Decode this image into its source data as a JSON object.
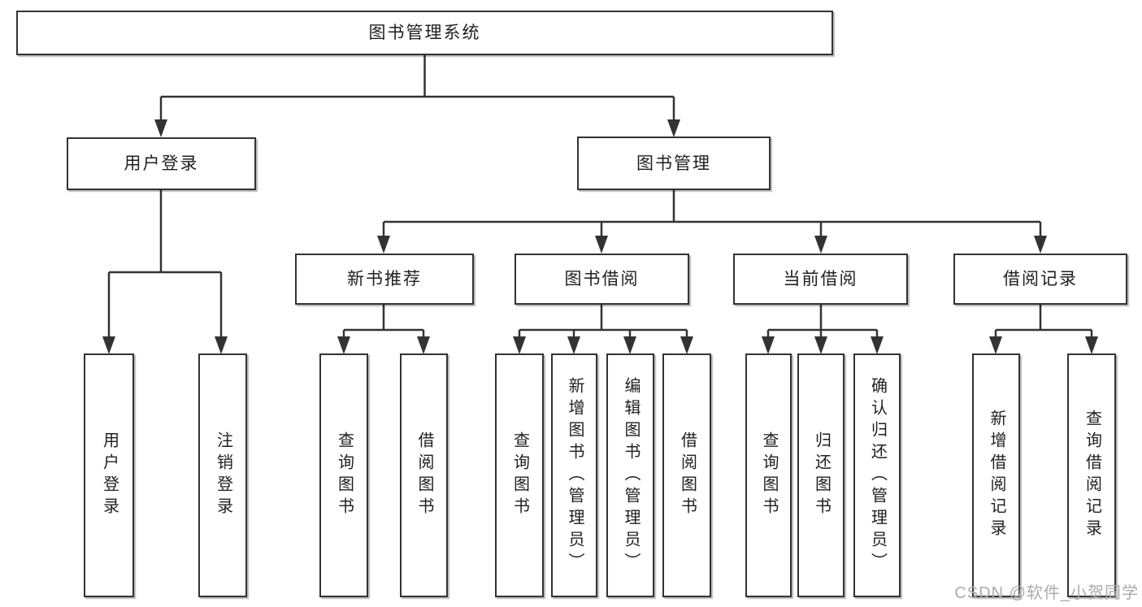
{
  "diagram": {
    "root": {
      "label": "图书管理系统"
    },
    "level2": {
      "user_login": {
        "label": "用户登录"
      },
      "book_management": {
        "label": "图书管理"
      }
    },
    "level3": {
      "new_book_recommend": {
        "label": "新书推荐"
      },
      "book_borrowing": {
        "label": "图书借阅"
      },
      "current_borrowing": {
        "label": "当前借阅"
      },
      "borrowing_records": {
        "label": "借阅记录"
      }
    },
    "leaves": [
      {
        "label": "用户登录"
      },
      {
        "label": "注销登录"
      },
      {
        "label": "查询图书"
      },
      {
        "label": "借阅图书"
      },
      {
        "label": "查询图书"
      },
      {
        "label": "新增图书（管理员）"
      },
      {
        "label": "编辑图书（管理员）"
      },
      {
        "label": "借阅图书"
      },
      {
        "label": "查询图书"
      },
      {
        "label": "归还图书"
      },
      {
        "label": "确认归还（管理员）"
      },
      {
        "label": "新增借阅记录"
      },
      {
        "label": "查询借阅记录"
      }
    ]
  },
  "watermark": {
    "text": "CSDN @软件_小贺同学",
    "color": "#ababab"
  },
  "colors": {
    "line": "#333333",
    "box_border": "#333333",
    "box_fill": "#ffffff",
    "text": "#1f1f1f",
    "background": "#ffffff"
  }
}
